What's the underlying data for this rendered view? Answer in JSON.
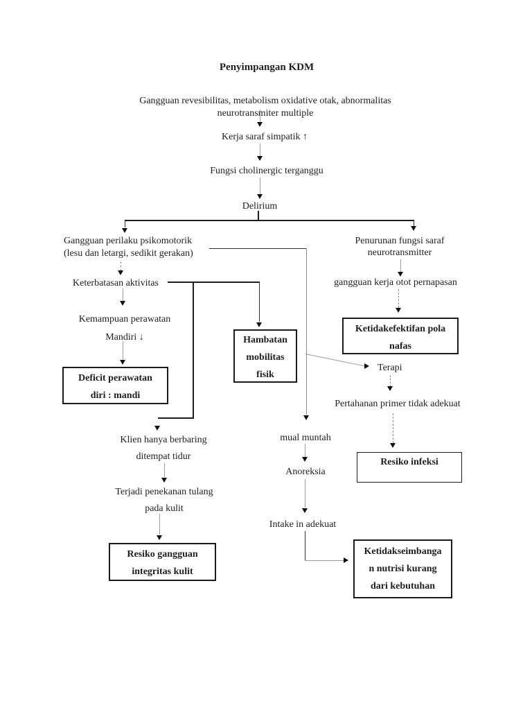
{
  "title": "Penyimpangan KDM",
  "nodes": {
    "root": "Gangguan revesibilitas, metabolism oxidative otak, abnormalitas neurotransmiter multiple",
    "kerja_saraf": "Kerja saraf simpatik ↑",
    "fungsi_cholinergic": "Fungsi cholinergic terganggu",
    "delirium": "Delirium",
    "gangguan_perilaku": "Gangguan perilaku psikomotorik\n(lesu dan letargi, sedikit gerakan)",
    "penurunan_fungsi": "Penurunan fungsi saraf\nneurotransmitter",
    "keterbatasan": "Keterbatasan aktivitas",
    "gangguan_otot": "gangguan kerja otot pernapasan",
    "kemampuan": "Kemampuan perawatan\nMandiri ↓",
    "terapi": "Terapi",
    "pertahanan": "Pertahanan primer tidak adekuat",
    "klien_berbaring": "Klien hanya berbaring\nditempat tidur",
    "terjadi_penekanan": "Terjadi penekanan tulang\npada kulit",
    "mual_muntah": "mual muntah",
    "anoreksia": "Anoreksia",
    "intake": "Intake in adekuat"
  },
  "boxes": {
    "deficit_perawatan": "Deficit perawatan\ndiri : mandi",
    "hambatan_mobilitas": "Hambatan\nmobilitas\nfisik",
    "ketidakefektifan_pola_nafas": "Ketidakefektifan pola\nnafas",
    "resiko_infeksi": "Resiko infeksi",
    "resiko_gangguan_kulit": "Resiko gangguan\nintegritas kulit",
    "ketidakseimbangan_nutrisi": "Ketidakseimbanga\nn nutrisi kurang\ndari kebutuhan"
  }
}
